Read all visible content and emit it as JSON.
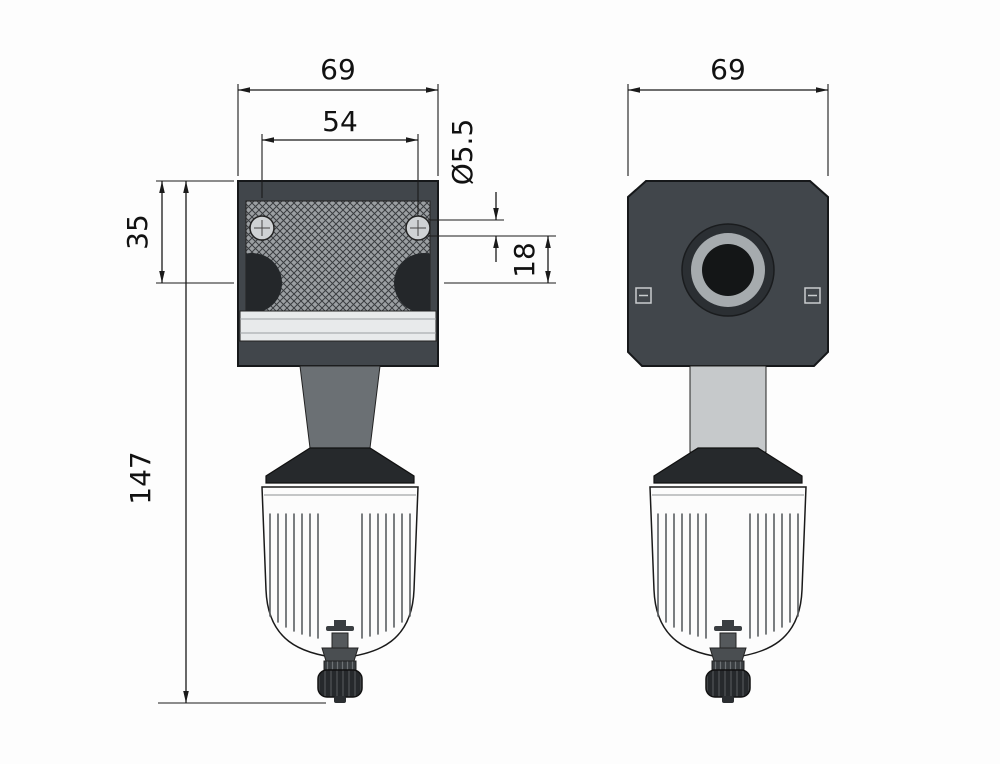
{
  "colors": {
    "background": "#fdfdfd",
    "line": "#1a1a1a",
    "head_fill": "#41464b",
    "dark_fill": "#26292c",
    "neck_side_fill": "#6b7074",
    "neck_front_fill": "#c6c9cb",
    "bowl_fill": "#fcfcfc"
  },
  "dims": {
    "side_width": "69",
    "side_hole_spacing": "54",
    "hole_diameter": "Ø5.5",
    "head_height": "35",
    "hole_to_port": "18",
    "overall_height": "147",
    "front_width": "69"
  }
}
